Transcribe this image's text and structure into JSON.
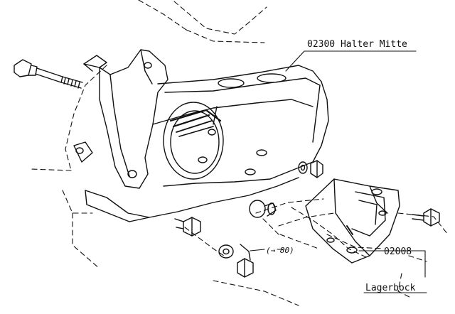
{
  "labels": {
    "halter_mitte": "02300 Halter Mitte",
    "part_02008": "02008",
    "lagerbock": "Lagerbock",
    "ref_80": "(→ 80)"
  },
  "colors": {
    "ink": "#111111",
    "paper": "#ffffff"
  }
}
